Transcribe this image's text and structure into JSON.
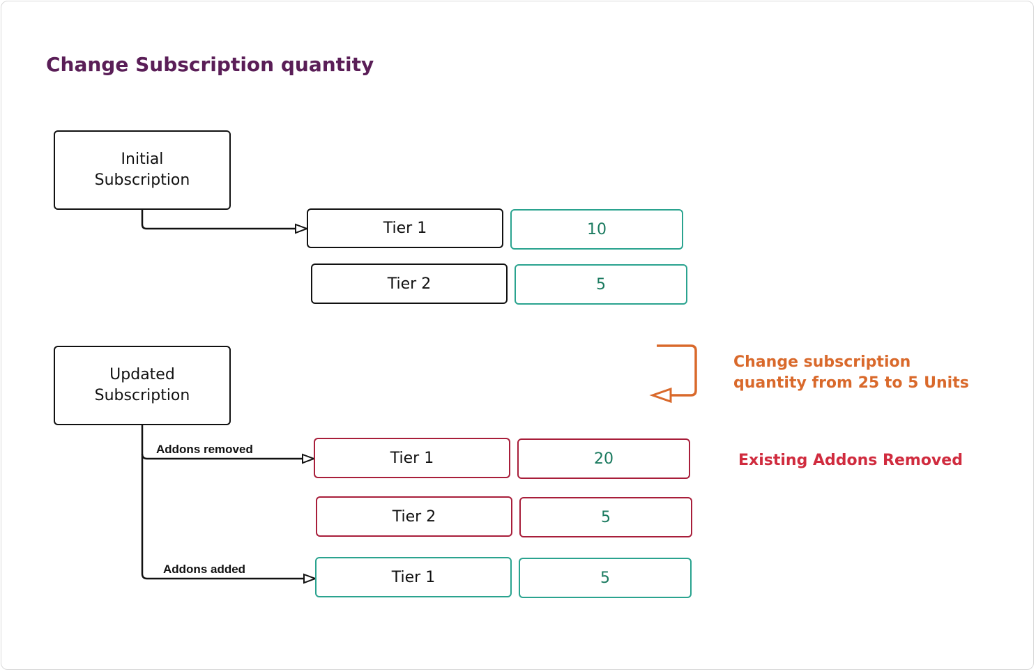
{
  "title": "Change Subscription quantity",
  "colors": {
    "title": "#5a1e57",
    "neutral_border": "#111111",
    "removed_border": "#a81e3a",
    "added_border": "#2aa38f",
    "value_text": "#1a7a5f",
    "note_orange": "#d9692b",
    "note_red": "#d02b3e"
  },
  "initial": {
    "label_line1": "Initial",
    "label_line2": "Subscription",
    "rows": [
      {
        "tier": "Tier 1",
        "value": "10"
      },
      {
        "tier": "Tier 2",
        "value": "5"
      }
    ]
  },
  "updated": {
    "label_line1": "Updated",
    "label_line2": "Subscription",
    "removed_label": "Addons removed",
    "added_label": "Addons added",
    "removed_rows": [
      {
        "tier": "Tier 1",
        "value": "20"
      },
      {
        "tier": "Tier 2",
        "value": "5"
      }
    ],
    "added_rows": [
      {
        "tier": "Tier 1",
        "value": "5"
      }
    ]
  },
  "notes": {
    "change_line1": "Change subscription",
    "change_line2": "quantity from 25 to 5 Units",
    "removed": "Existing Addons Removed"
  },
  "icons": {
    "connector_arrowhead": "hollow-triangle-arrow-icon",
    "change_arrow": "orange-return-arrow-icon"
  }
}
